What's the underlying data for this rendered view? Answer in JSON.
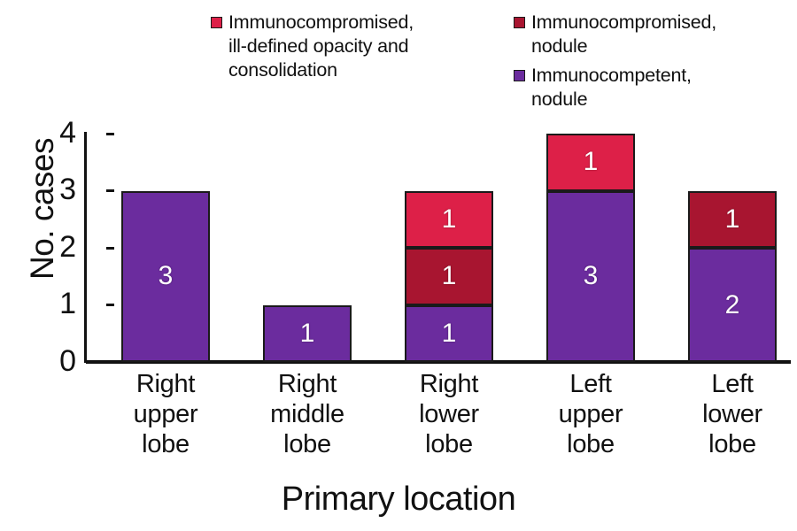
{
  "chart_data": {
    "type": "bar",
    "subtype": "stacked-vertical",
    "title": "",
    "xlabel": "Primary location",
    "ylabel": "No. cases",
    "categories": [
      "Right\nupper\nlobe",
      "Right\nmiddle\nlobe",
      "Right\nlower\nlobe",
      "Left\nupper\nlobe",
      "Left\nlower\nlobe"
    ],
    "category_names": [
      "Right upper lobe",
      "Right middle lobe",
      "Right lower lobe",
      "Left upper lobe",
      "Left lower lobe"
    ],
    "series": [
      {
        "name": "Immunocompetent,\nnodule",
        "color": "#6B2C9E",
        "values": [
          3,
          1,
          1,
          3,
          2
        ]
      },
      {
        "name": "Immunocompromised,\nnodule",
        "color": "#A81530",
        "values": [
          0,
          0,
          1,
          0,
          1
        ]
      },
      {
        "name": "Immunocompromised,\nill-defined opacity and\nconsolidation",
        "color": "#DD2048",
        "values": [
          0,
          0,
          1,
          1,
          0
        ]
      }
    ],
    "stack_totals": [
      3,
      1,
      3,
      4,
      3
    ],
    "ylim": [
      0,
      4
    ],
    "yticks": [
      0,
      1,
      2,
      3,
      4
    ],
    "ytick_labels": [
      "0",
      "1",
      "2",
      "3",
      "4"
    ],
    "grid": false,
    "legend_position": "top",
    "bar_labels_shown": true
  },
  "legend": {
    "entries": [
      {
        "label": "Immunocompromised,\nill-defined opacity and\nconsolidation",
        "color": "#DD2048",
        "column": "left"
      },
      {
        "label": "Immunocompromised,\nnodule",
        "color": "#A81530",
        "column": "right"
      },
      {
        "label": "Immunocompetent,\nnodule",
        "color": "#6B2C9E",
        "column": "right"
      }
    ]
  },
  "axis": {
    "y_title": "No. cases",
    "x_title": "Primary location",
    "tick_0": "0",
    "tick_1": "1",
    "tick_2": "2",
    "tick_3": "3",
    "tick_4": "4"
  },
  "bar_values": {
    "b0_s0": "3",
    "b1_s0": "1",
    "b2_s0": "1",
    "b2_s1": "1",
    "b2_s2": "1",
    "b3_s0": "3",
    "b3_s2": "1",
    "b4_s0": "2",
    "b4_s1": "1"
  },
  "colors": {
    "purple": "#6B2C9E",
    "dark_crimson": "#A81530",
    "bright_crimson": "#DD2048",
    "outline": "#1a1a1a",
    "text": "#111111",
    "background": "#ffffff"
  }
}
